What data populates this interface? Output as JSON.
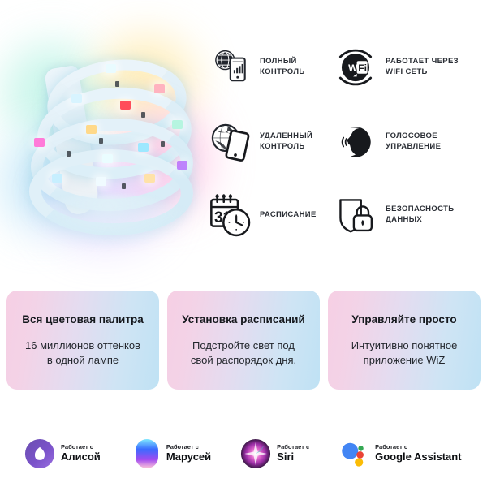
{
  "product": {
    "name": "rgb-led-strip-roll",
    "description": "Coiled RGB LED light strip with multicolored lit LEDs",
    "led_colors": [
      "#ff4d5a",
      "#ffd24a",
      "#8de6ff",
      "#b96bff",
      "#7fffd4",
      "#ffffff",
      "#ff7ad9",
      "#6fd8ff"
    ]
  },
  "features": [
    {
      "icon": "globe-smartphone-icon",
      "label": "ПОЛНЫЙ\nКОНТРОЛЬ"
    },
    {
      "icon": "wifi-badge-icon",
      "label": "РАБОТАЕТ ЧЕРЕЗ\nWiFi СЕТЬ"
    },
    {
      "icon": "globe-tablet-icon",
      "label": "УДАЛЕННЫЙ\nКОНТРОЛЬ"
    },
    {
      "icon": "voice-profile-icon",
      "label": "ГОЛОСОВОЕ\nУПРАВЛЕНИЕ"
    },
    {
      "icon": "calendar-clock-icon",
      "label": "РАСПИСАНИЕ"
    },
    {
      "icon": "shield-lock-icon",
      "label": "БЕЗОПАСНОСТЬ\nДАННЫХ"
    }
  ],
  "cards": [
    {
      "title": "Вся цветовая палитра",
      "body": "16 миллионов оттенков\nв одной лампе"
    },
    {
      "title": "Установка расписаний",
      "body": "Подстройте свет под\nсвой распорядок дня."
    },
    {
      "title": "Управляйте просто",
      "body": "Интуитивно понятное\nприложение WiZ"
    }
  ],
  "assistants": [
    {
      "logo": "alice-icon",
      "works_with": "Работает с",
      "name": "Алисой"
    },
    {
      "logo": "marusya-icon",
      "works_with": "Работает с",
      "name": "Марусей"
    },
    {
      "logo": "siri-icon",
      "works_with": "Работает с",
      "name": "Siri"
    },
    {
      "logo": "google-assistant-icon",
      "works_with": "Работает с",
      "name": "Google Assistant"
    }
  ],
  "colors": {
    "card_gradient_start": "#f6cfe4",
    "card_gradient_end": "#bfe2f4",
    "icon_dark": "#23272e",
    "text_dark": "#15181d",
    "background": "#ffffff"
  }
}
